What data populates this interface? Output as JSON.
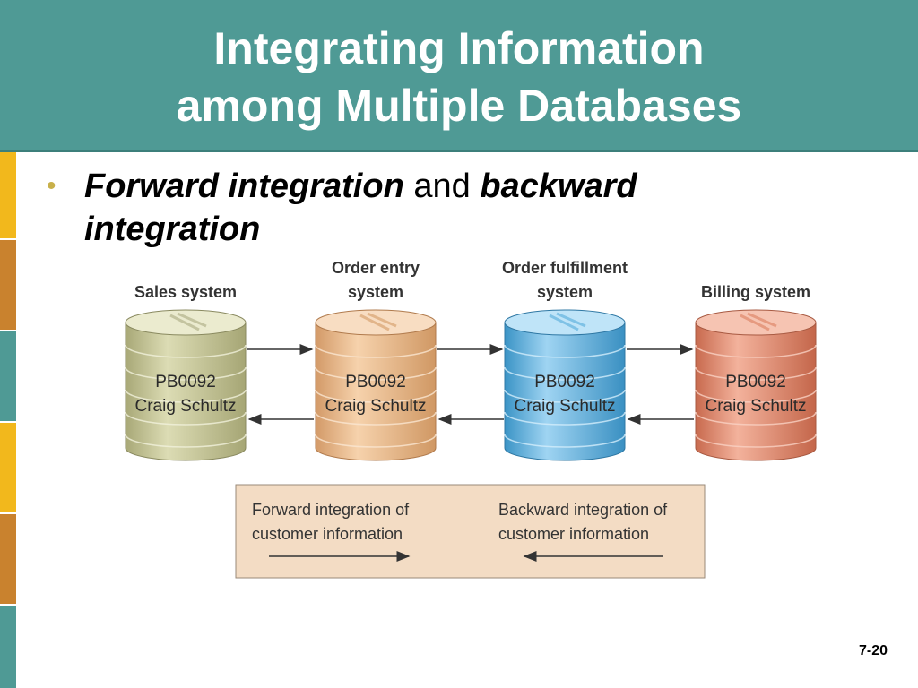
{
  "title": {
    "line1": "Integrating Information",
    "line2": "among Multiple Databases"
  },
  "bullet": {
    "part1": "Forward integration",
    "part2": " and ",
    "part3": "backward",
    "part4": "integration"
  },
  "systems": [
    {
      "label_line1": "Sales system",
      "label_line2": "",
      "id": "PB0092",
      "name": "Craig Schultz",
      "color": "#c9c99a"
    },
    {
      "label_line1": "Order entry",
      "label_line2": "system",
      "id": "PB0092",
      "name": "Craig Schultz",
      "color": "#e8b98a"
    },
    {
      "label_line1": "Order fulfillment",
      "label_line2": "system",
      "id": "PB0092",
      "name": "Craig Schultz",
      "color": "#5fb0dc"
    },
    {
      "label_line1": "Billing system",
      "label_line2": "",
      "id": "PB0092",
      "name": "Craig Schultz",
      "color": "#e08a6e"
    }
  ],
  "legend": {
    "forward_line1": "Forward integration of",
    "forward_line2": "customer information",
    "backward_line1": "Backward integration of",
    "backward_line2": "customer information"
  },
  "page_number": "7-20",
  "colors": {
    "header": "#4f9a95",
    "bullet": "#c8b04a",
    "legend_bg": "#f3dcc4"
  }
}
